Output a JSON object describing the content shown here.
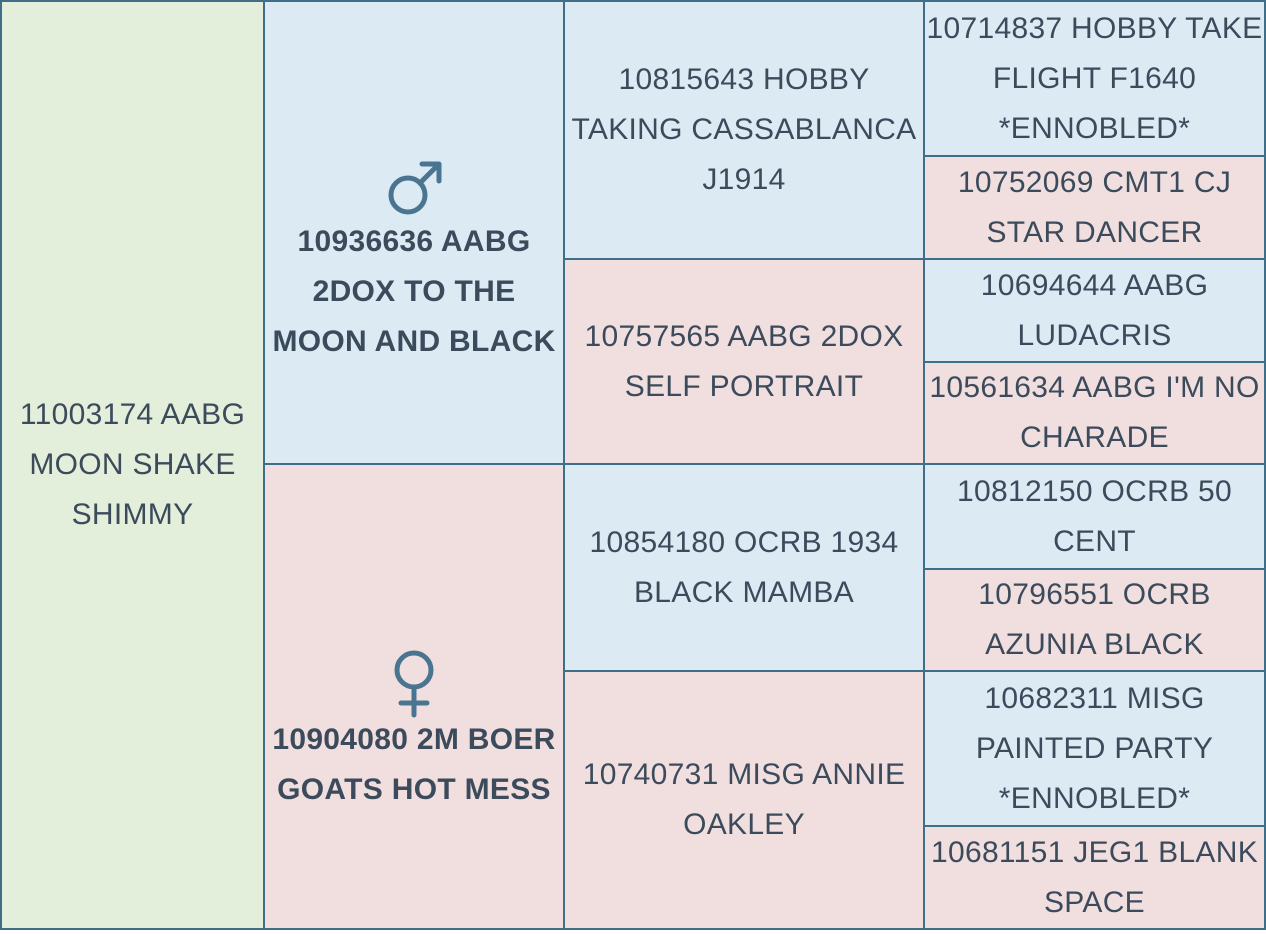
{
  "pedigree": {
    "subject": {
      "name": "11003174 AABG MOON SHAKE SHIMMY"
    },
    "sire": {
      "name": "10936636 AABG 2DOX TO THE MOON AND BLACK",
      "sex_icon": "male-symbol-icon",
      "sire": {
        "name": "10815643 HOBBY TAKING CASSABLANCA J1914",
        "sire": {
          "name": "10714837 HOBBY TAKE FLIGHT F1640 *ENNOBLED*"
        },
        "dam": {
          "name": "10752069 CMT1 CJ STAR DANCER"
        }
      },
      "dam": {
        "name": "10757565 AABG 2DOX SELF PORTRAIT",
        "sire": {
          "name": "10694644 AABG LUDACRIS"
        },
        "dam": {
          "name": "10561634 AABG I'M NO CHARADE"
        }
      }
    },
    "dam": {
      "name": "10904080 2M BOER GOATS HOT MESS",
      "sex_icon": "female-symbol-icon",
      "sire": {
        "name": "10854180 OCRB 1934 BLACK MAMBA",
        "sire": {
          "name": "10812150 OCRB 50 CENT"
        },
        "dam": {
          "name": "10796551 OCRB AZUNIA BLACK"
        }
      },
      "dam": {
        "name": "10740731 MISG ANNIE OAKLEY",
        "sire": {
          "name": "10682311 MISG PAINTED PARTY *ENNOBLED*"
        },
        "dam": {
          "name": "10681151 JEG1 BLANK SPACE"
        }
      }
    }
  },
  "colors": {
    "border": "#3f6e88",
    "text": "#3c4b5c",
    "subject_bg": "#e3efdb",
    "sire_bg": "#dbeaf3",
    "dam_bg": "#f1dfdf",
    "sex_icon": "#4a7591"
  }
}
